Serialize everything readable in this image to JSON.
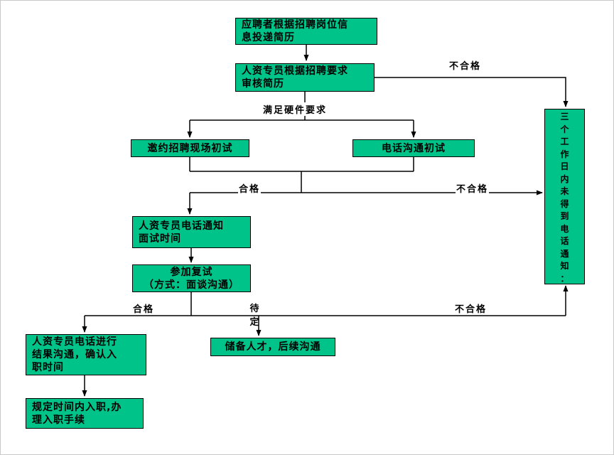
{
  "diagram": {
    "title": "recruitment-process-flowchart",
    "colors": {
      "node_fill": "#00c389",
      "node_border": "#000000",
      "background": "#ffffff",
      "line": "#000000"
    },
    "nodes": {
      "submit_resume": "应聘者根据招聘岗位信\n息投递简历",
      "review_resume": "人资专员根据招聘要求\n审核简历",
      "onsite_interview": "邀约招聘现场初试",
      "phone_interview": "电话沟通初试",
      "notify_time": "人资专员电话通知\n面试时间",
      "second_interview": "参加复试\n（方式：面谈沟通）",
      "result_communication": "人资专员电话进行\n结果沟通，确认入\n职时间",
      "reserve_talent": "储备人才，后续沟通",
      "onboard": "规定时间内入职,办\n理入职手续",
      "no_phone_notice": "三\n个\n工\n作\n日\n内\n未\n得\n到\n电\n话\n通\n知\n："
    },
    "edge_labels": {
      "unqualified_top": "不合格",
      "meets_hardware": "满足硬件要求",
      "qualified_mid": "合格",
      "unqualified_mid": "不合格",
      "qualified_bottom": "合格",
      "pending": "待\n定",
      "unqualified_bottom": "不合格"
    }
  }
}
